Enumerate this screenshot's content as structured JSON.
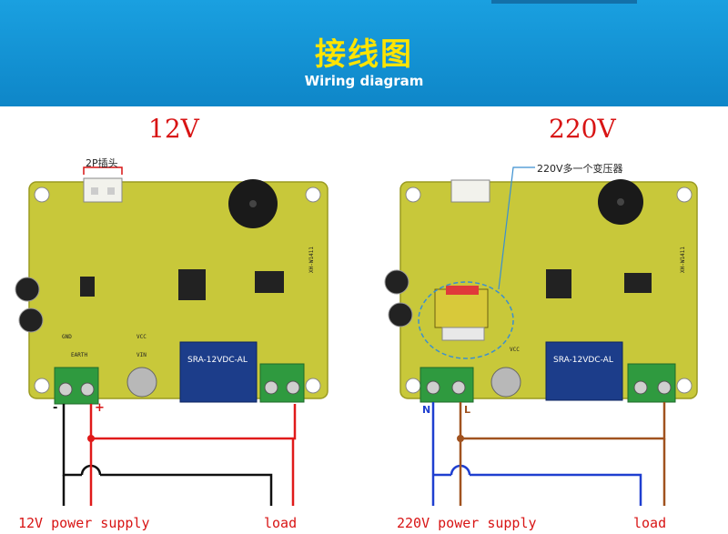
{
  "header": {
    "title_cn": "接线图",
    "title_en": "Wiring diagram"
  },
  "left": {
    "voltage_label": "12V",
    "callout_label": "2P插头",
    "supply_label": "12V power supply",
    "load_label": "load",
    "minus_label": "-",
    "plus_label": "+",
    "relay_text": "SRA-12VDC-AL",
    "model_text": "XH-W1411",
    "pcb_labels": [
      "GND",
      "VCC",
      "EARTH",
      "VIN"
    ]
  },
  "right": {
    "voltage_label": "220V",
    "callout_label": "220V多一个变压器",
    "supply_label": "220V power supply",
    "load_label": "load",
    "n_label": "N",
    "l_label": "L",
    "relay_text": "SRA-12VDC-AL",
    "model_text": "XH-W1411",
    "pcb_labels": [
      "VCC"
    ]
  },
  "colors": {
    "banner": "#1aa0e0",
    "title_cn": "#ffe400",
    "accent_red": "#d81414",
    "pcb": "#c8c83a",
    "terminal": "#2f9a3f",
    "relay": "#1c3d8a",
    "wire_blue": "#1f3fd0",
    "wire_brown": "#a0521f",
    "wire_red": "#e01a1a",
    "wire_black": "#111111"
  }
}
